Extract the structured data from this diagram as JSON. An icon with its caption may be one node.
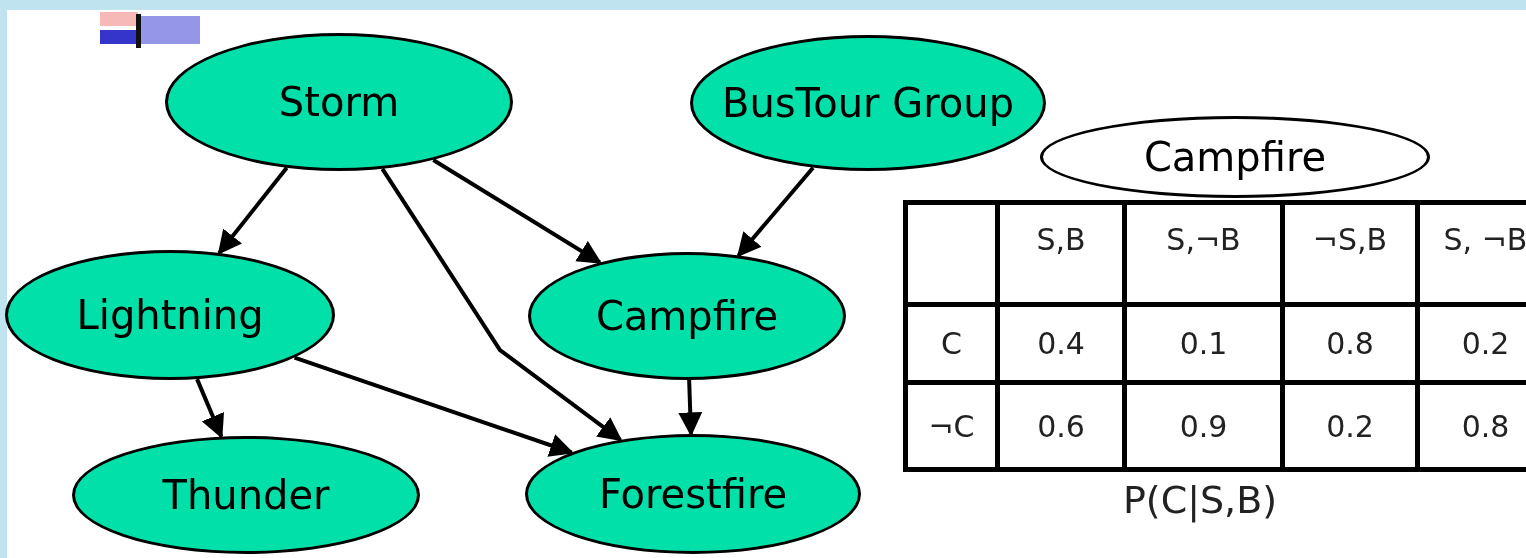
{
  "diagram": {
    "nodes": [
      {
        "text": [
          "Storm"
        ]
      },
      {
        "text": [
          "BusTour Group"
        ]
      },
      {
        "text": [
          "Lightning"
        ]
      },
      {
        "text": [
          "Campfire"
        ]
      },
      {
        "text": [
          "Thunder"
        ]
      },
      {
        "text": [
          "Forestfire"
        ]
      },
      {
        "text": [
          "Campfire"
        ]
      }
    ],
    "edges": [
      {
        "from": 0,
        "to": 2,
        "arrow": "to"
      },
      {
        "from": 0,
        "to": 5,
        "arrow": "to"
      },
      {
        "from": 0,
        "to": 3,
        "arrow": "to"
      },
      {
        "from": 1,
        "to": 3,
        "arrow": "to"
      },
      {
        "from": 2,
        "to": 4,
        "arrow": "to"
      },
      {
        "from": 2,
        "to": 5,
        "arrow": "to"
      },
      {
        "from": 3,
        "to": 5,
        "arrow": "to"
      }
    ],
    "labels": [
      "S,B",
      "S,¬B",
      "¬S,B",
      "S, ¬B",
      "C",
      "0.4",
      "0.1",
      "0.8",
      "0.2",
      "¬C",
      "0.6",
      "0.9",
      "0.2",
      "0.8",
      "P(C|S,B)"
    ]
  }
}
